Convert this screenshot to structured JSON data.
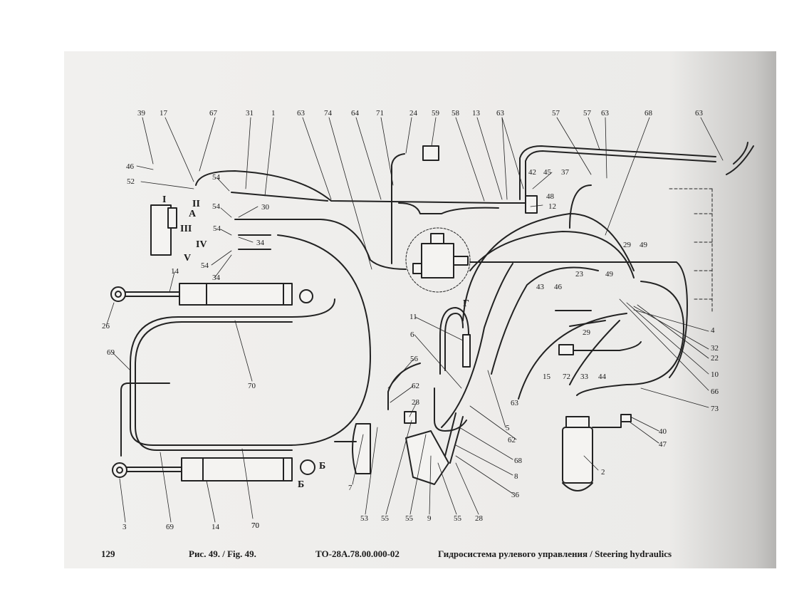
{
  "footer": {
    "page_number": "129",
    "figure_label": "Рис. 49.  / Fig. 49.",
    "document_code": "ТО-28А.78.00.000-02",
    "title": "Гидросистема рулевого управления / Steering hydraulics"
  },
  "roman_markers": [
    "I",
    "II",
    "III",
    "IV",
    "V"
  ],
  "port_letters": [
    "А",
    "Б",
    "Б",
    "Г"
  ],
  "callouts_top": [
    "39",
    "17",
    "67",
    "31",
    "1",
    "63",
    "74",
    "64",
    "71",
    "24",
    "59",
    "58",
    "13",
    "63",
    "57",
    "57",
    "63",
    "68",
    "63"
  ],
  "callouts_left": [
    "46",
    "52",
    "54",
    "54",
    "30",
    "54",
    "34",
    "54",
    "34",
    "14",
    "26",
    "69"
  ],
  "callouts_middle": [
    "42",
    "45",
    "37",
    "48",
    "12",
    "11",
    "6",
    "56",
    "62",
    "28",
    "70",
    "70"
  ],
  "callouts_right": [
    "29",
    "49",
    "49",
    "23",
    "43",
    "46",
    "29",
    "4",
    "32",
    "22",
    "10",
    "66",
    "15",
    "33",
    "44",
    "72",
    "73",
    "40",
    "47",
    "2",
    "63",
    "5",
    "62",
    "68",
    "8",
    "36"
  ],
  "callouts_bottom": [
    "3",
    "69",
    "14",
    "70",
    "7",
    "53",
    "55",
    "55",
    "9",
    "55",
    "28"
  ]
}
